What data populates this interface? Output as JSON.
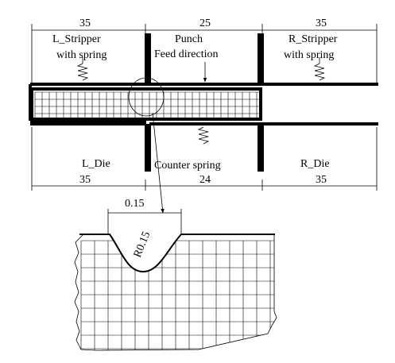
{
  "labels": {
    "l_stripper_line1": "L_Stripper",
    "l_stripper_line2": "with spring",
    "punch": "Punch",
    "feed_direction": "Feed direction",
    "r_stripper_line1": "R_Stripper",
    "r_stripper_line2": "with spring",
    "l_die": "L_Die",
    "counter_spring": "Counter spring",
    "r_die": "R_Die",
    "radius": "R0.15"
  },
  "dimensions": {
    "top_left": "35",
    "top_middle": "25",
    "top_right": "35",
    "bottom_left": "35",
    "bottom_middle": "24",
    "bottom_right": "35",
    "notch_width": "0.15"
  },
  "colors": {
    "line": "#000000",
    "background": "#ffffff"
  }
}
